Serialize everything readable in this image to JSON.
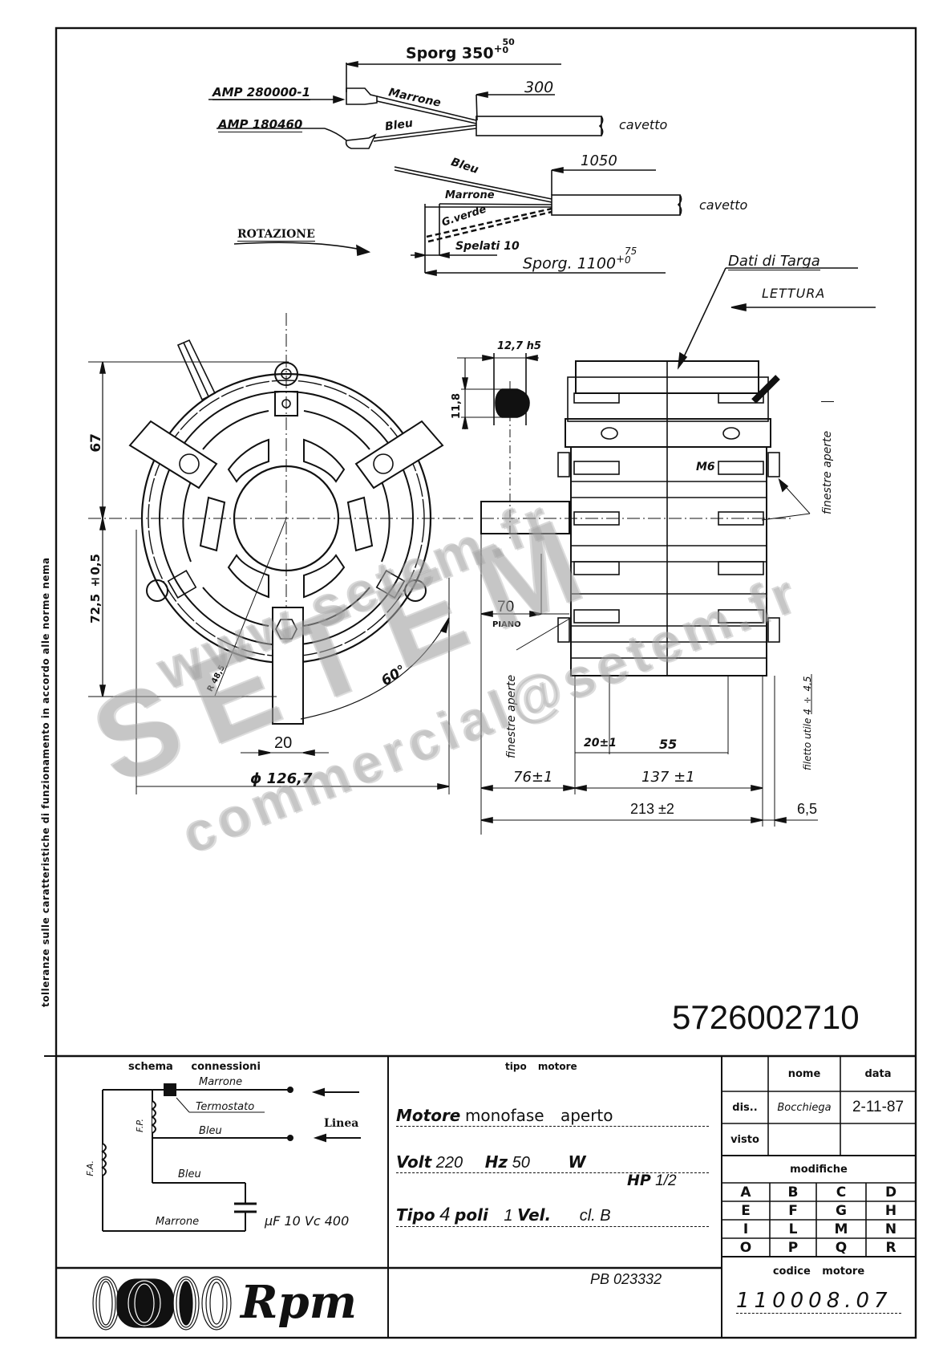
{
  "document": {
    "drawing_number": "5726002710",
    "side_note": "tolleranze sulle caratteristiche di funzionamento in accordo alle norme nema"
  },
  "cable_top": {
    "sporg_label": "Sporg 350",
    "sporg_tol_plus": "+",
    "sporg_tol_upper": "50",
    "sporg_tol_lower": "0",
    "connector_1": "AMP 280000-1",
    "connector_2": "AMP 180460",
    "wire_1": "Marrone",
    "wire_2": "Bleu",
    "length": "300",
    "cable_label": "cavetto"
  },
  "cable_bottom": {
    "wire_1": "Bleu",
    "wire_2": "Marrone",
    "wire_3": "G.verde",
    "length": "1050",
    "cable_label": "cavetto",
    "strip_label": "Spelati 10",
    "sporg_label": "Sporg. 1100",
    "sporg_tol_plus": "+",
    "sporg_tol_upper": "75",
    "sporg_tol_lower": "0"
  },
  "rotation": {
    "label": "ROTAZIONE"
  },
  "nameplate": {
    "label": "Dati di Targa",
    "reading_label": "LETTURA"
  },
  "front_view": {
    "dim_height_top": "67",
    "dim_height_bottom": "72,5 ±0,5",
    "dim_radius": "R 48,5",
    "dim_angle": "60°",
    "dim_foot_width": "20",
    "dim_diameter": "ϕ 126,7"
  },
  "shaft_section": {
    "dim_diameter": "12,7 h5",
    "dim_flat": "11,8"
  },
  "side_view": {
    "dim_shaft_flat": "70",
    "piano_label": "PIANO",
    "thread_label": "M6",
    "windows_label": "finestre aperte",
    "thread_note": "filetto utile 4 ÷ 4,5",
    "dim_20": "20±1",
    "dim_55": "55",
    "dim_76": "76±1",
    "dim_137": "137 ±1",
    "dim_213": "213 ±2",
    "dim_6_5": "6,5"
  },
  "watermark": {
    "line_1": "www.setem.fr",
    "line_2": "SETEM",
    "line_3": "commercial@setem.fr"
  },
  "title_block": {
    "schema": {
      "title": "schema connessioni",
      "wire_marrone_top": "Marrone",
      "thermostat": "Termostato",
      "wire_bleu_top": "Bleu",
      "line_label": "Linea",
      "fp_label": "F.P.",
      "fa_label": "F.A.",
      "wire_bleu_bottom": "Bleu",
      "wire_marrone_bottom": "Marrone",
      "capacitor": "μF 10  Vc 400"
    },
    "motor_type": {
      "title": "tipo motore",
      "motore_key": "Motore",
      "motore_value": "monofase  aperto",
      "volt_key": "Volt",
      "volt_value": "220",
      "hz_key": "Hz",
      "hz_value": "50",
      "w_key": "W",
      "hp_key": "HP",
      "hp_value": "1/2",
      "tipo_key": "Tipo",
      "poles_value": "4",
      "poles_key": "poli",
      "speed_value": "1",
      "speed_key": "Vel.",
      "class_value": "cl. B"
    },
    "pb_code": "PB 023332",
    "approval": {
      "col_name": "nome",
      "col_date": "data",
      "rows": [
        {
          "label": "dis..",
          "name": "Bocchiega",
          "date": "2-11-87"
        },
        {
          "label": "visto",
          "name": "",
          "date": ""
        }
      ]
    },
    "modifications": {
      "title": "modifiche",
      "letters": [
        [
          "A",
          "B",
          "C",
          "D"
        ],
        [
          "E",
          "F",
          "G",
          "H"
        ],
        [
          "I",
          "L",
          "M",
          "N"
        ],
        [
          "O",
          "P",
          "Q",
          "R"
        ]
      ]
    },
    "motor_code": {
      "title": "codice motore",
      "value": "110008.07"
    },
    "logo": {
      "text": "Rpm"
    }
  }
}
